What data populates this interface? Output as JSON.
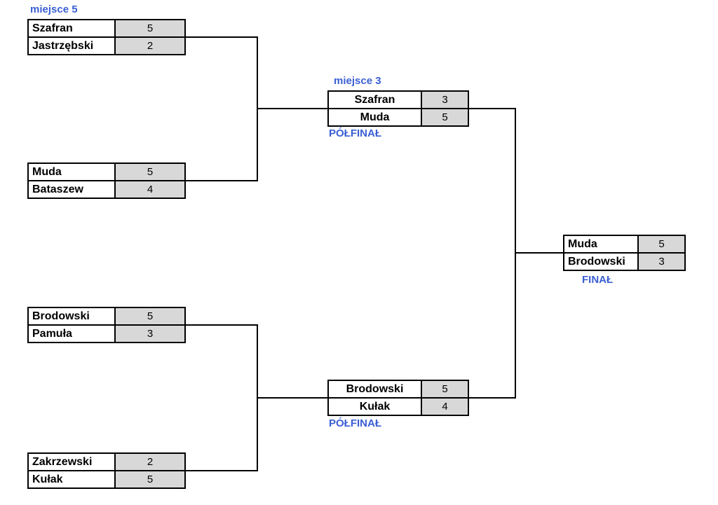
{
  "colors": {
    "background": "#ffffff",
    "label_blue": "#3a5fd3",
    "score_cell_bg": "#d8d8d8",
    "line_and_border": "#000000"
  },
  "bracket": {
    "labels": {
      "place5": "miejsce 5",
      "place3": "miejsce 3",
      "semifinal": "PÓŁFINAŁ",
      "final": "FINAŁ"
    },
    "round1": [
      {
        "players": [
          {
            "name": "Szafran",
            "score": "5"
          },
          {
            "name": "Jastrzębski",
            "score": "2"
          }
        ]
      },
      {
        "players": [
          {
            "name": "Muda",
            "score": "5"
          },
          {
            "name": "Bataszew",
            "score": "4"
          }
        ]
      },
      {
        "players": [
          {
            "name": "Brodowski",
            "score": "5"
          },
          {
            "name": "Pamuła",
            "score": "3"
          }
        ]
      },
      {
        "players": [
          {
            "name": "Zakrzewski",
            "score": "2"
          },
          {
            "name": "Kułak",
            "score": "5"
          }
        ]
      }
    ],
    "semifinals": [
      {
        "players": [
          {
            "name": "Szafran",
            "score": "3"
          },
          {
            "name": "Muda",
            "score": "5"
          }
        ]
      },
      {
        "players": [
          {
            "name": "Brodowski",
            "score": "5"
          },
          {
            "name": "Kułak",
            "score": "4"
          }
        ]
      }
    ],
    "final": {
      "players": [
        {
          "name": "Muda",
          "score": "5"
        },
        {
          "name": "Brodowski",
          "score": "3"
        }
      ]
    }
  }
}
